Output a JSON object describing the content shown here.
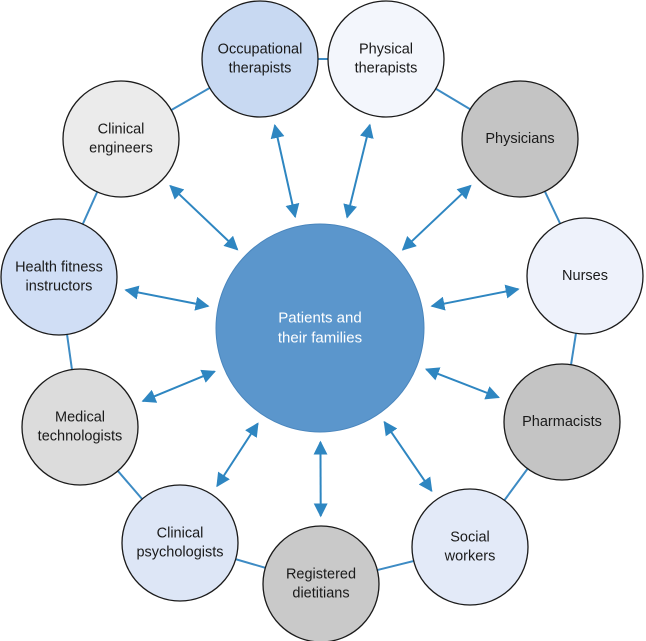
{
  "center": {
    "lines": [
      "Patients and",
      "their families"
    ],
    "fill": "#5b96cc"
  },
  "colors": {
    "ring": "#3d8bc4",
    "arrow": "#2e86c1",
    "node_stroke": "#1a1a1a"
  },
  "nodes": [
    {
      "id": "occupational-therapists",
      "lines": [
        "Occupational",
        "therapists"
      ],
      "fill": "#c8d9f2"
    },
    {
      "id": "physical-therapists",
      "lines": [
        "Physical",
        "therapists"
      ],
      "fill": "#f3f6fc"
    },
    {
      "id": "physicians",
      "lines": [
        "Physicians"
      ],
      "fill": "#c4c4c4"
    },
    {
      "id": "nurses",
      "lines": [
        "Nurses"
      ],
      "fill": "#eef2fb"
    },
    {
      "id": "pharmacists",
      "lines": [
        "Pharmacists"
      ],
      "fill": "#c4c4c4"
    },
    {
      "id": "social-workers",
      "lines": [
        "Social",
        "workers"
      ],
      "fill": "#e3eaf8"
    },
    {
      "id": "registered-dietitians",
      "lines": [
        "Registered",
        "dietitians"
      ],
      "fill": "#c9c9c9"
    },
    {
      "id": "clinical-psychologists",
      "lines": [
        "Clinical",
        "psychologists"
      ],
      "fill": "#dde6f6"
    },
    {
      "id": "medical-technologists",
      "lines": [
        "Medical",
        "technologists"
      ],
      "fill": "#dcdcdc"
    },
    {
      "id": "health-fitness-instructors",
      "lines": [
        "Health fitness",
        "instructors"
      ],
      "fill": "#d0def5"
    },
    {
      "id": "clinical-engineers",
      "lines": [
        "Clinical",
        "engineers"
      ],
      "fill": "#ebebeb"
    }
  ]
}
